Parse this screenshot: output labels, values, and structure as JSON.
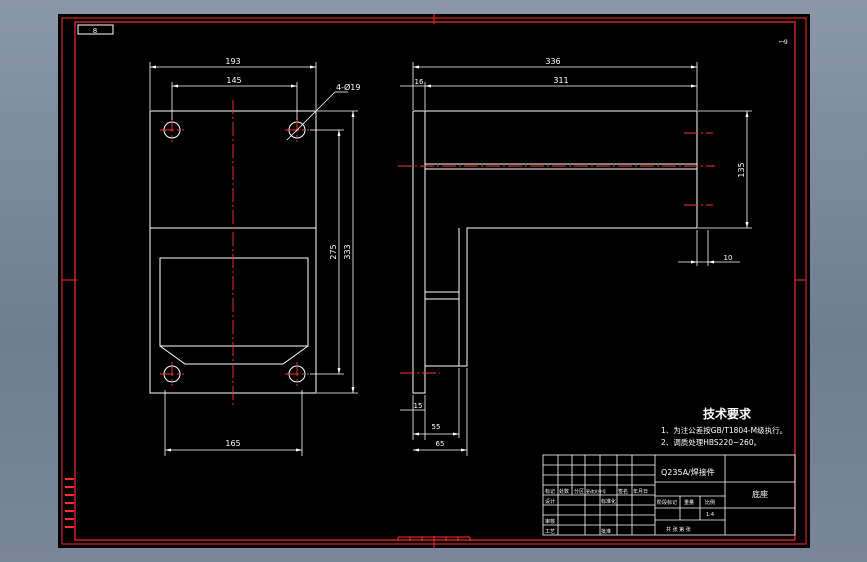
{
  "drawing": {
    "corner_tag": "8",
    "scale_mark": "1:4",
    "material_label": "Q235A/焊接件",
    "part_name": "底座",
    "tech_title": "技术要求",
    "tech_notes": [
      "1、为注公差按GB/T1804-M级执行。",
      "2、调质处理HBS220~260。"
    ],
    "dimensions": {
      "front_width": "193",
      "front_hole_spacing": "145",
      "hole_callout": "4-Ø19",
      "front_height_inner": "275",
      "front_height_total": "333",
      "front_bottom_width": "165",
      "side_total": "336",
      "side_flange": "16",
      "side_length": "311",
      "side_depth": "135",
      "side_small": "10",
      "bottom_thick": "15",
      "bottom_55": "55",
      "bottom_65": "65"
    },
    "title_block": {
      "row_labels": [
        "标记",
        "处数",
        "分区",
        "更改文件号",
        "签名",
        "年月日"
      ],
      "col_labels": [
        "阶段标记",
        "重量",
        "比例"
      ],
      "design_label": "设计",
      "check_label": "审核",
      "process_label": "工艺",
      "approve_label": "批准",
      "std_label": "标准化",
      "sheet_label": "共 张 第 张"
    }
  },
  "colors": {
    "background": "#000000",
    "frame": "#ff2a2a",
    "lines": "#ffffff",
    "center": "#ff3030"
  }
}
